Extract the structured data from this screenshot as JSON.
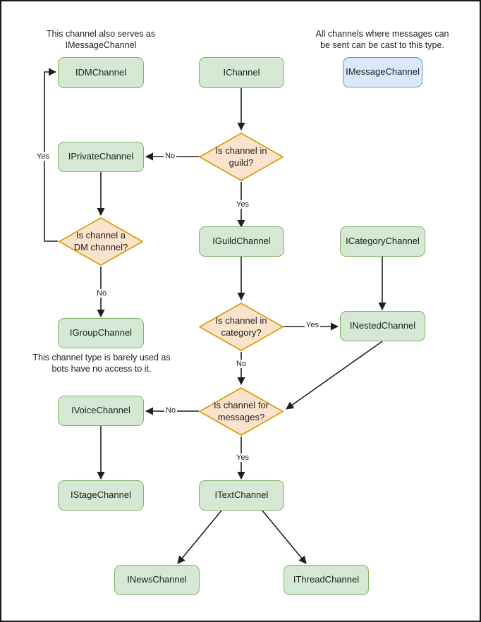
{
  "diagram": {
    "title": "Discord channel interface hierarchy flowchart",
    "colors": {
      "node_fill_green": "#d5e8d4",
      "node_stroke_green": "#82b366",
      "node_fill_blue": "#dae8fc",
      "node_stroke_blue": "#6c8ebf",
      "decision_fill": "#fae3cd",
      "decision_stroke": "#d79b00",
      "edge_stroke": "#1f1f1f",
      "frame_border": "#1a1a1a",
      "background": "#ffffff"
    },
    "captions": [
      {
        "id": "caption-dm",
        "line1": "This channel also serves as",
        "line2": "IMessageChannel"
      },
      {
        "id": "caption-message",
        "line1": "All channels where messages can",
        "line2": "be sent can be cast to this type."
      },
      {
        "id": "caption-group",
        "line1": "This channel type is barely used as",
        "line2": "bots have no access to it."
      }
    ],
    "nodes": [
      {
        "id": "idmchannel",
        "label": "IDMChannel",
        "shape": "box",
        "style": "green"
      },
      {
        "id": "ichannel",
        "label": "IChannel",
        "shape": "box",
        "style": "green"
      },
      {
        "id": "imessagechannel",
        "label": "IMessageChannel",
        "shape": "box",
        "style": "blue"
      },
      {
        "id": "iprivatechannel",
        "label": "IPrivateChannel",
        "shape": "box",
        "style": "green"
      },
      {
        "id": "d-in-guild",
        "label": "Is channel in guild?",
        "shape": "diamond"
      },
      {
        "id": "d-dm-channel",
        "label": "Is channel a DM channel?",
        "shape": "diamond"
      },
      {
        "id": "iguildchannel",
        "label": "IGuildChannel",
        "shape": "box",
        "style": "green"
      },
      {
        "id": "icategorychannel",
        "label": "ICategoryChannel",
        "shape": "box",
        "style": "green"
      },
      {
        "id": "igroupchannel",
        "label": "IGroupChannel",
        "shape": "box",
        "style": "green"
      },
      {
        "id": "d-in-category",
        "label": "Is channel in category?",
        "shape": "diamond"
      },
      {
        "id": "inestedchannel",
        "label": "INestedChannel",
        "shape": "box",
        "style": "green"
      },
      {
        "id": "ivoicechannel",
        "label": "IVoiceChannel",
        "shape": "box",
        "style": "green"
      },
      {
        "id": "d-for-messages",
        "label": "Is channel for messages?",
        "shape": "diamond"
      },
      {
        "id": "istagechannel",
        "label": "IStageChannel",
        "shape": "box",
        "style": "green"
      },
      {
        "id": "itextchannel",
        "label": "ITextChannel",
        "shape": "box",
        "style": "green"
      },
      {
        "id": "inewschannel",
        "label": "INewsChannel",
        "shape": "box",
        "style": "green"
      },
      {
        "id": "ithreadchannel",
        "label": "IThreadChannel",
        "shape": "box",
        "style": "green"
      }
    ],
    "node_labels": {
      "idmchannel": "IDMChannel",
      "ichannel": "IChannel",
      "imessagechannel": "IMessageChannel",
      "iprivatechannel": "IPrivateChannel",
      "iguildchannel": "IGuildChannel",
      "icategorychannel": "ICategoryChannel",
      "igroupchannel": "IGroupChannel",
      "inestedchannel": "INestedChannel",
      "ivoicechannel": "IVoiceChannel",
      "istagechannel": "IStageChannel",
      "itextchannel": "ITextChannel",
      "inewschannel": "INewsChannel",
      "ithreadchannel": "IThreadChannel"
    },
    "decision_labels": {
      "in_guild_l1": "Is channel in",
      "in_guild_l2": "guild?",
      "dm_channel_l1": "Is channel a",
      "dm_channel_l2": "DM channel?",
      "in_category_l1": "Is channel in",
      "in_category_l2": "category?",
      "for_messages_l1": "Is channel for",
      "for_messages_l2": "messages?"
    },
    "edges": [
      {
        "id": "e-ichannel-guild",
        "from": "ichannel",
        "to": "d-in-guild",
        "label": ""
      },
      {
        "id": "e-guild-no",
        "from": "d-in-guild",
        "to": "iprivatechannel",
        "label": "No"
      },
      {
        "id": "e-guild-yes",
        "from": "d-in-guild",
        "to": "iguildchannel",
        "label": "Yes"
      },
      {
        "id": "e-private-dm",
        "from": "iprivatechannel",
        "to": "d-dm-channel",
        "label": ""
      },
      {
        "id": "e-dm-yes",
        "from": "d-dm-channel",
        "to": "idmchannel",
        "label": "Yes"
      },
      {
        "id": "e-dm-no",
        "from": "d-dm-channel",
        "to": "igroupchannel",
        "label": "No"
      },
      {
        "id": "e-guildchannel-category",
        "from": "iguildchannel",
        "to": "d-in-category",
        "label": ""
      },
      {
        "id": "e-category-yes",
        "from": "d-in-category",
        "to": "inestedchannel",
        "label": "Yes"
      },
      {
        "id": "e-category-no",
        "from": "d-in-category",
        "to": "d-for-messages",
        "label": "No"
      },
      {
        "id": "e-icat-nested",
        "from": "icategorychannel",
        "to": "inestedchannel",
        "label": ""
      },
      {
        "id": "e-nested-messages",
        "from": "inestedchannel",
        "to": "d-for-messages",
        "label": ""
      },
      {
        "id": "e-messages-no",
        "from": "d-for-messages",
        "to": "ivoicechannel",
        "label": "No"
      },
      {
        "id": "e-messages-yes",
        "from": "d-for-messages",
        "to": "itextchannel",
        "label": "Yes"
      },
      {
        "id": "e-voice-stage",
        "from": "ivoicechannel",
        "to": "istagechannel",
        "label": ""
      },
      {
        "id": "e-text-news",
        "from": "itextchannel",
        "to": "inewschannel",
        "label": ""
      },
      {
        "id": "e-text-thread",
        "from": "itextchannel",
        "to": "ithreadchannel",
        "label": ""
      }
    ],
    "edge_labels": {
      "guild_no": "No",
      "guild_yes": "Yes",
      "dm_yes": "Yes",
      "dm_no": "No",
      "category_yes": "Yes",
      "category_no": "No",
      "messages_no": "No",
      "messages_yes": "Yes"
    }
  }
}
